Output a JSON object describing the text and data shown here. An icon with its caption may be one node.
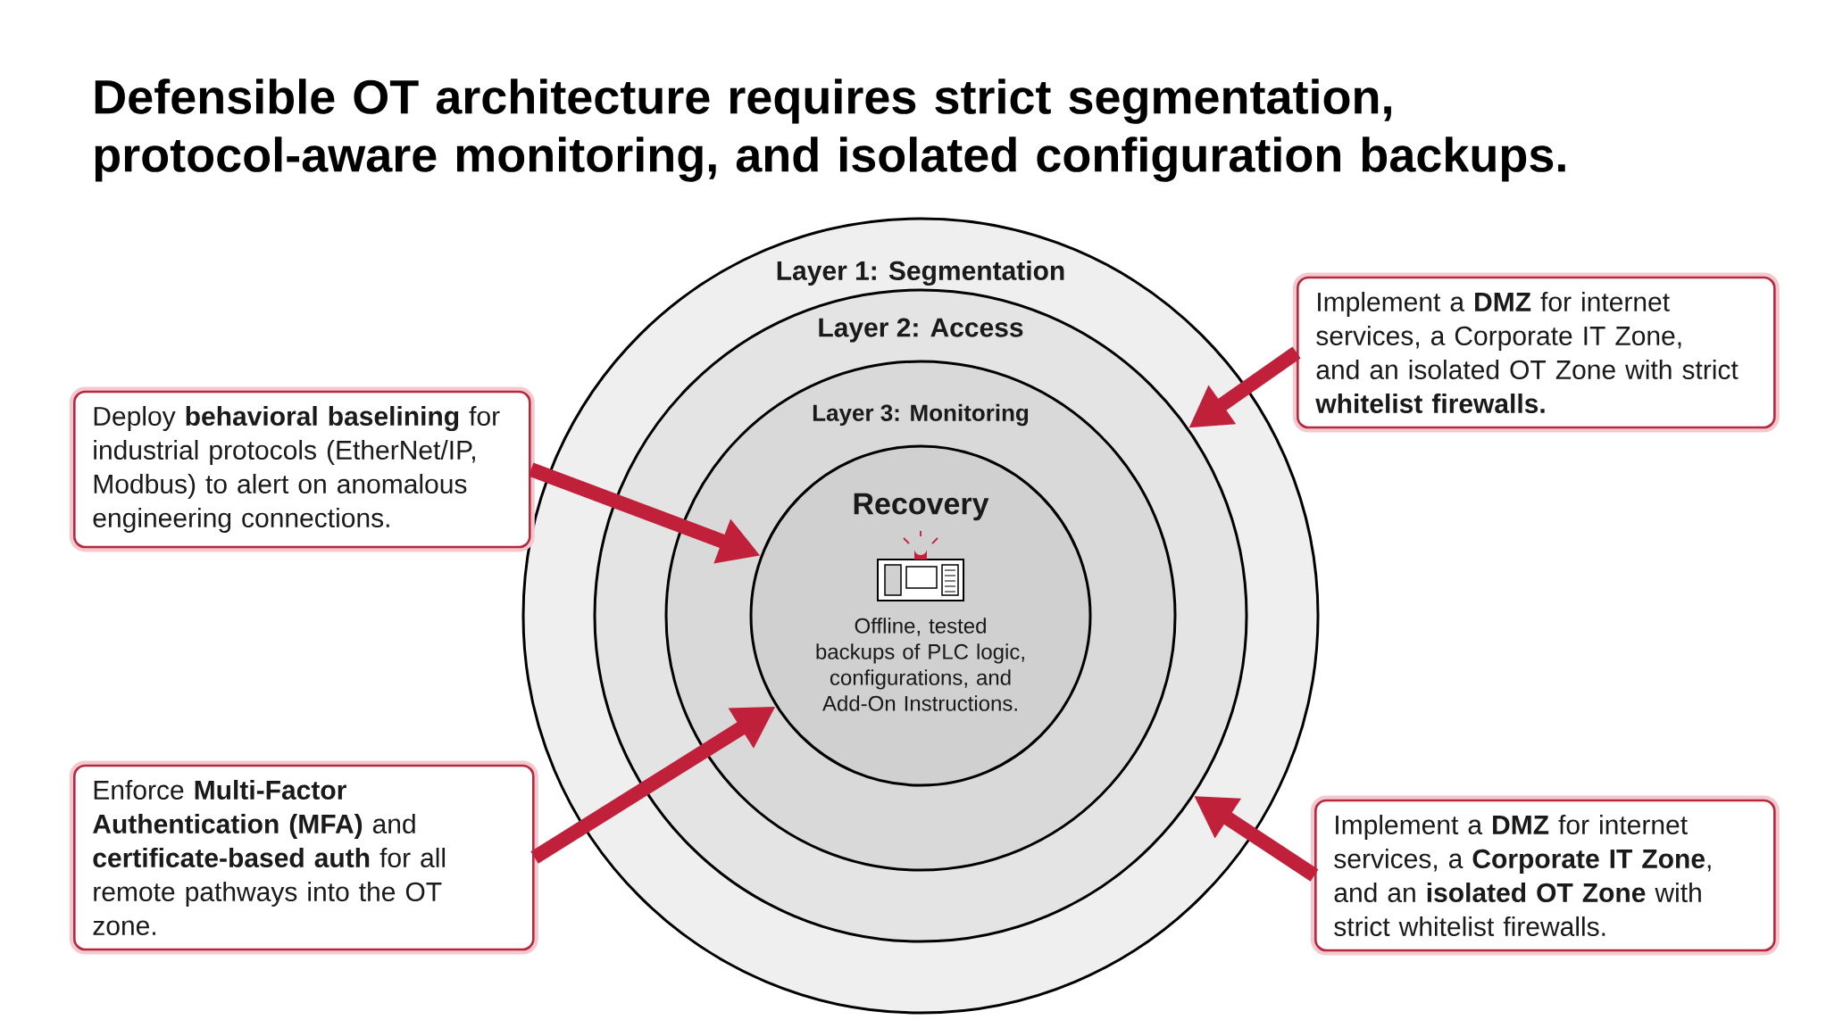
{
  "diagram": {
    "title": "Defensible OT architecture requires strict segmentation, protocol-aware monitoring, and isolated configuration backups.",
    "nodes": [
      {
        "text": [
          "Layer 1: Segmentation"
        ]
      },
      {
        "text": [
          "Layer 2: Access"
        ],
        "in": 0
      },
      {
        "text": [
          "Layer 3: Monitoring"
        ],
        "in": 1
      },
      {
        "text": [
          "Recovery",
          "Offline, tested backups of PLC logic, configurations, and Add-On Instructions."
        ],
        "in": 2
      },
      {
        "text": [
          "Deploy **behavioral baselining** for industrial protocols (EtherNet/IP, Modbus) to alert on anomalous engineering connections."
        ]
      },
      {
        "text": [
          "Implement a **DMZ** for internet services, a Corporate IT Zone, and an isolated OT Zone with strict **whitelist firewalls.**"
        ]
      },
      {
        "text": [
          "Enforce **Multi-Factor Authentication (MFA)** and **certificate-based auth** for all remote pathways into the OT zone."
        ]
      },
      {
        "text": [
          "Implement a **DMZ** for internet services, a **Corporate IT Zone**, and an **isolated OT Zone** with strict whitelist firewalls."
        ]
      }
    ],
    "edges": [
      {
        "from": 4,
        "to": 3,
        "arrow": "to"
      },
      {
        "from": 5,
        "to": 1,
        "arrow": "to"
      },
      {
        "from": 6,
        "to": 3,
        "arrow": "to"
      },
      {
        "from": 7,
        "to": 1,
        "arrow": "to"
      }
    ]
  }
}
